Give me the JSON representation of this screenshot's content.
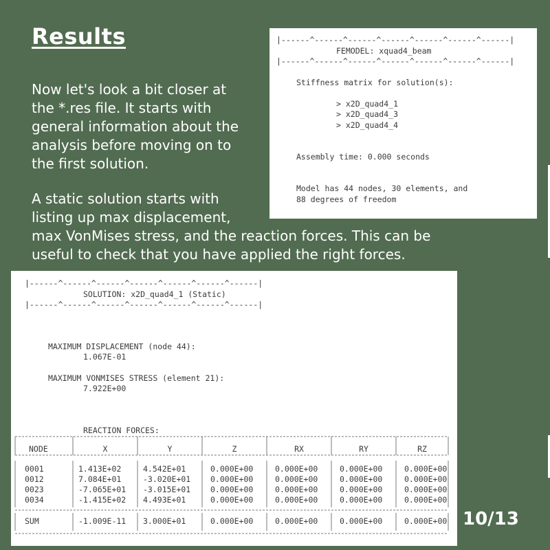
{
  "slide": {
    "title": "Results",
    "paragraph1": "Now let's look a bit closer at\nthe *.res file. It starts with\ngeneral information about the\nanalysis before moving on to\nthe first solution.",
    "paragraph2": "A static solution starts with\nlisting up max displacement,\nmax VonMises stress, and the reaction forces. This can be\nuseful to check that you have applied the right forces.",
    "page_number": "10/13"
  },
  "femodel_panel": {
    "border_line": "|------^------^------^------^------^------^------|",
    "header": "FEMODEL: xquad4_beam",
    "stiffness_label": "Stiffness matrix for solution(s):",
    "solutions": [
      "> x2D_quad4_1",
      "> x2D_quad4_3",
      "> x2D_quad4_4"
    ],
    "assembly_time": "Assembly time: 0.000 seconds",
    "model_info_line1": "Model has 44 nodes, 30 elements, and",
    "model_info_line2": "88 degrees of freedom"
  },
  "solution_panel": {
    "border_line": "|------^------^------^------^------^------^------|",
    "header": "SOLUTION: x2D_quad4_1 (Static)",
    "max_disp_label": "MAXIMUM DISPLACEMENT (node 44):",
    "max_disp_value": "1.067E-01",
    "max_stress_label": "MAXIMUM VONMISES STRESS (element 21):",
    "max_stress_value": "7.922E+00",
    "reaction_label": "REACTION FORCES:",
    "table": {
      "top_border": "|---------------------------------------------------------------------------------------|",
      "sep_border": "|--------^-----------^-----------^-----------^-----------^-----------^-----------|",
      "columns": [
        "NODE",
        "X",
        "Y",
        "Z",
        "RX",
        "RY",
        "RZ"
      ],
      "rows": [
        [
          "0001",
          "1.413E+02",
          "4.542E+01",
          "0.000E+00",
          "0.000E+00",
          "0.000E+00",
          "0.000E+00"
        ],
        [
          "0012",
          "7.084E+01",
          "-3.020E+01",
          "0.000E+00",
          "0.000E+00",
          "0.000E+00",
          "0.000E+00"
        ],
        [
          "0023",
          "-7.065E+01",
          "-3.015E+01",
          "0.000E+00",
          "0.000E+00",
          "0.000E+00",
          "0.000E+00"
        ],
        [
          "0034",
          "-1.415E+02",
          "4.493E+01",
          "0.000E+00",
          "0.000E+00",
          "0.000E+00",
          "0.000E+00"
        ]
      ],
      "sum_row": [
        "SUM",
        "-1.009E-11",
        "3.000E+01",
        "0.000E+00",
        "0.000E+00",
        "0.000E+00",
        "0.000E+00"
      ]
    }
  }
}
